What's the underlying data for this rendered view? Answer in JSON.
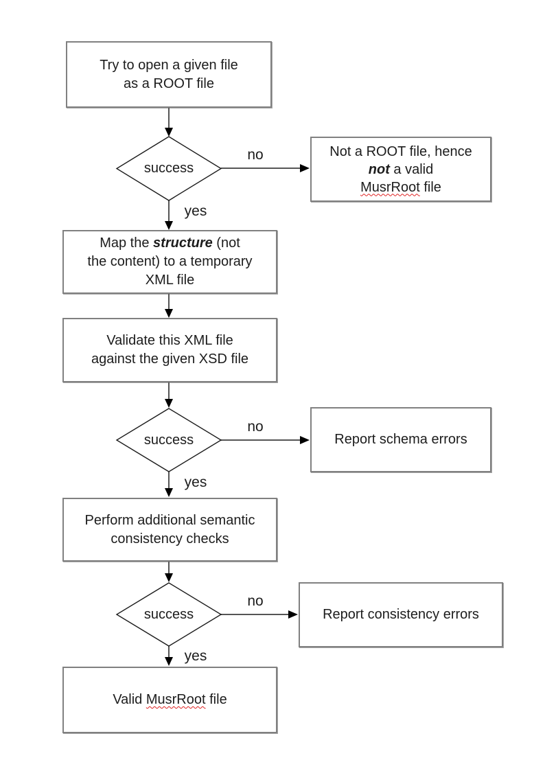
{
  "colors": {
    "background": "#ffffff",
    "box_border": "#808080",
    "diamond_border": "#1c1c1c",
    "connector_line": "#555555",
    "arrowhead": "#000000",
    "text": "#1c1c1c",
    "spellcheck_squiggle": "#e02020"
  },
  "flowchart": {
    "boxes": {
      "open": {
        "line1": "Try to open a given file",
        "line2": "as a ROOT file"
      },
      "not_root": {
        "line1": "Not a ROOT file, hence",
        "line2_emph": "not",
        "line2_rest": " a valid",
        "line3_word": "MusrRoot",
        "line3_rest": " file"
      },
      "map": {
        "line1_pre": "Map the ",
        "line1_emph": "structure",
        "line1_post": " (not",
        "line2": "the content) to a temporary",
        "line3": "XML file"
      },
      "validate": {
        "line1": "Validate this XML file",
        "line2": "against the given XSD file"
      },
      "schema_errors": {
        "line1": "Report schema errors"
      },
      "semantic": {
        "line1": "Perform additional semantic",
        "line2": "consistency checks"
      },
      "consistency_errors": {
        "line1": "Report consistency errors"
      },
      "valid": {
        "line1_pre": "Valid ",
        "line1_word": "MusrRoot",
        "line1_post": " file"
      }
    },
    "decisions": {
      "d1": "success",
      "d2": "success",
      "d3": "success"
    },
    "labels": {
      "no1": "no",
      "yes1": "yes",
      "no2": "no",
      "yes2": "yes",
      "no3": "no",
      "yes3": "yes"
    }
  }
}
